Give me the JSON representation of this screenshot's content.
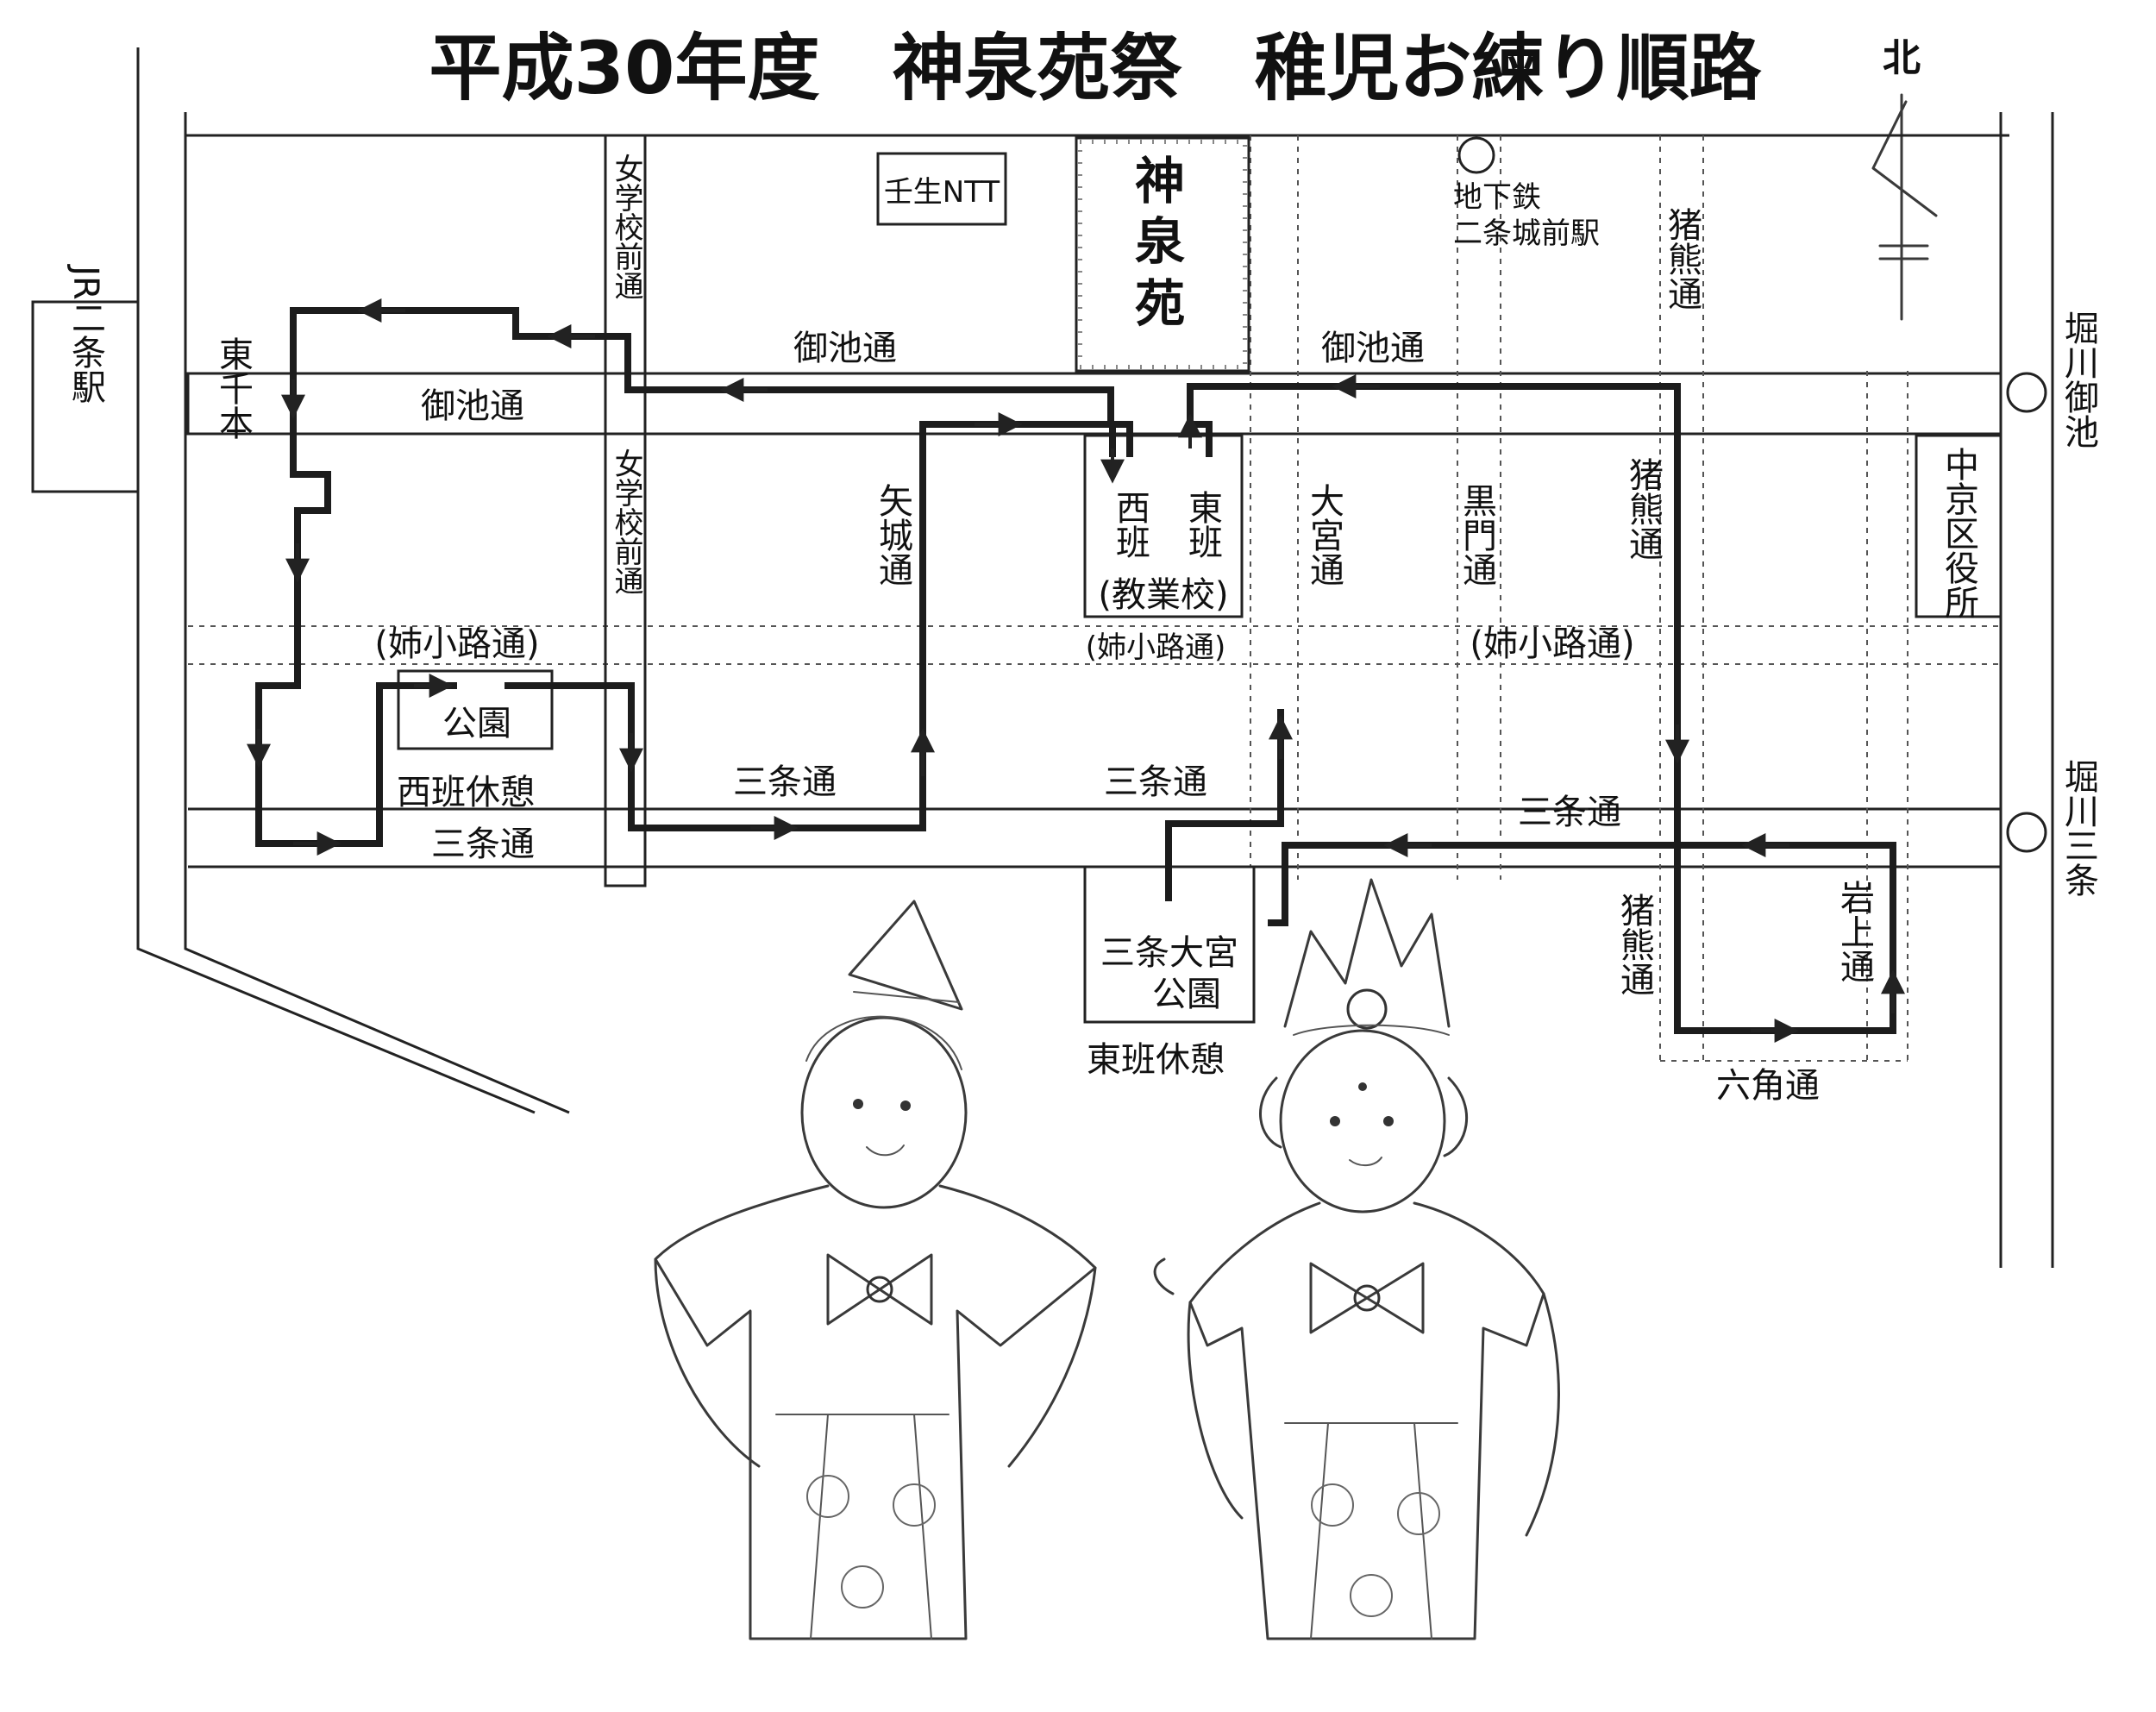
{
  "title": "平成30年度　神泉苑祭　稚児お練り順路",
  "north_label": "北",
  "colors": {
    "line": "#222222",
    "route": "#1c1c1c",
    "paper": "#ffffff"
  },
  "roads": {
    "oike_left": "御池通",
    "oike_mid": "御池通",
    "oike_right": "御池通",
    "anekoji_left": "(姉小路通)",
    "anekoji_mid": "(姉小路通)",
    "anekoji_right": "(姉小路通)",
    "sanjo_left": "三条通",
    "sanjo_mid1": "三条通",
    "sanjo_mid2": "三条通",
    "sanjo_right": "三条通",
    "rokkaku": "六角通",
    "higashisenbon": "東千本",
    "jogakko_upper": "女学校前通",
    "jogakko_lower": "女学校前通",
    "yashiro": "矢城通",
    "omiya": "大宮通",
    "kuromon": "黒門通",
    "inokuma_upper": "猪熊通",
    "inokuma_mid": "猪熊通",
    "inokuma_lower": "猪熊通",
    "iwagami": "岩上通"
  },
  "landmarks": {
    "jr_station": "JR二条駅",
    "mibu_ntt": "壬生NTT",
    "shinsenen": "神泉苑",
    "subway_line1": "地下鉄",
    "subway_line2": "二条城前駅",
    "horikawa_oike": "堀川御池",
    "horikawa_sanjo": "堀川三条",
    "nakagyo_office": "中京区役所",
    "west_team": "西班",
    "east_team": "東班",
    "school": "(教業校)",
    "park_west": "公園",
    "west_rest": "西班休憩",
    "sanjo_omiya_park_1": "三条大宮",
    "sanjo_omiya_park_2": "公園",
    "east_rest": "東班休憩"
  },
  "illustration": {
    "left_figure": "chigo-child-with-eboshi-hat",
    "right_figure": "chigo-child-with-crown"
  }
}
